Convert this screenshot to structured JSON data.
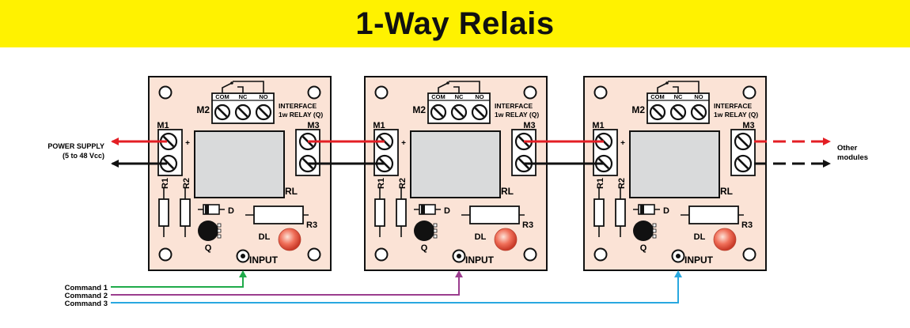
{
  "title": "1-Way Relais",
  "power_supply": {
    "line1": "POWER SUPPLY",
    "line2": "(5 to 48 Vcc)"
  },
  "other_modules": {
    "line1": "Other",
    "line2": "modules"
  },
  "commands": [
    {
      "label": "Command 1",
      "color": "#1faa4a"
    },
    {
      "label": "Command 2",
      "color": "#9b3d8e"
    },
    {
      "label": "Command 3",
      "color": "#29a8e0"
    }
  ],
  "module": {
    "m1": "M1",
    "m2": "M2",
    "m3": "M3",
    "com": "COM",
    "nc": "NC",
    "no": "NO",
    "interface_line1": "INTERFACE",
    "interface_line2": "1w RELAY (Q)",
    "plus": "+",
    "r1": "R1",
    "r2": "R2",
    "r3": "R3",
    "d": "D",
    "q": "Q",
    "dl": "DL",
    "rl": "RL",
    "input": "INPUT"
  },
  "colors": {
    "title_bg": "#fff200",
    "board": "#fbe3d6",
    "power_positive": "#e31e24",
    "power_negative": "#111111",
    "relay_body": "#d9dadb",
    "led": "#f0705a"
  }
}
